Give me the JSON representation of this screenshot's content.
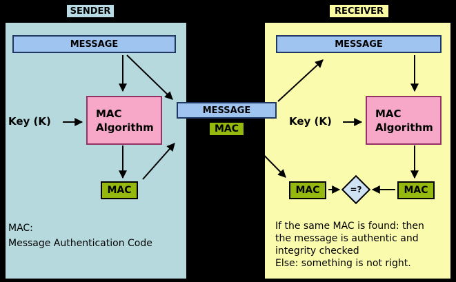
{
  "colors": {
    "background": "#000000",
    "sender_panel": "#b5d9dd",
    "receiver_panel": "#fbfbad",
    "message_box": "#a0c4f0",
    "algorithm_box": "#f7a8c9",
    "mac_box": "#94b80e",
    "compare_diamond": "#cfe2f3"
  },
  "sender": {
    "title": "SENDER",
    "message": "MESSAGE",
    "key": "Key (K)",
    "algorithm": "MAC\nAlgorithm",
    "mac": "MAC",
    "note_line1": "MAC:",
    "note_line2": "Message Authentication Code"
  },
  "channel": {
    "message": "MESSAGE",
    "mac": "MAC"
  },
  "receiver": {
    "title": "RECEIVER",
    "message": "MESSAGE",
    "key": "Key (K)",
    "algorithm": "MAC\nAlgorithm",
    "mac_received": "MAC",
    "mac_computed": "MAC",
    "compare": "=?",
    "note_lines": [
      "If the same MAC is found: then",
      "the message is authentic and",
      "integrity checked",
      "Else: something is not right."
    ]
  }
}
